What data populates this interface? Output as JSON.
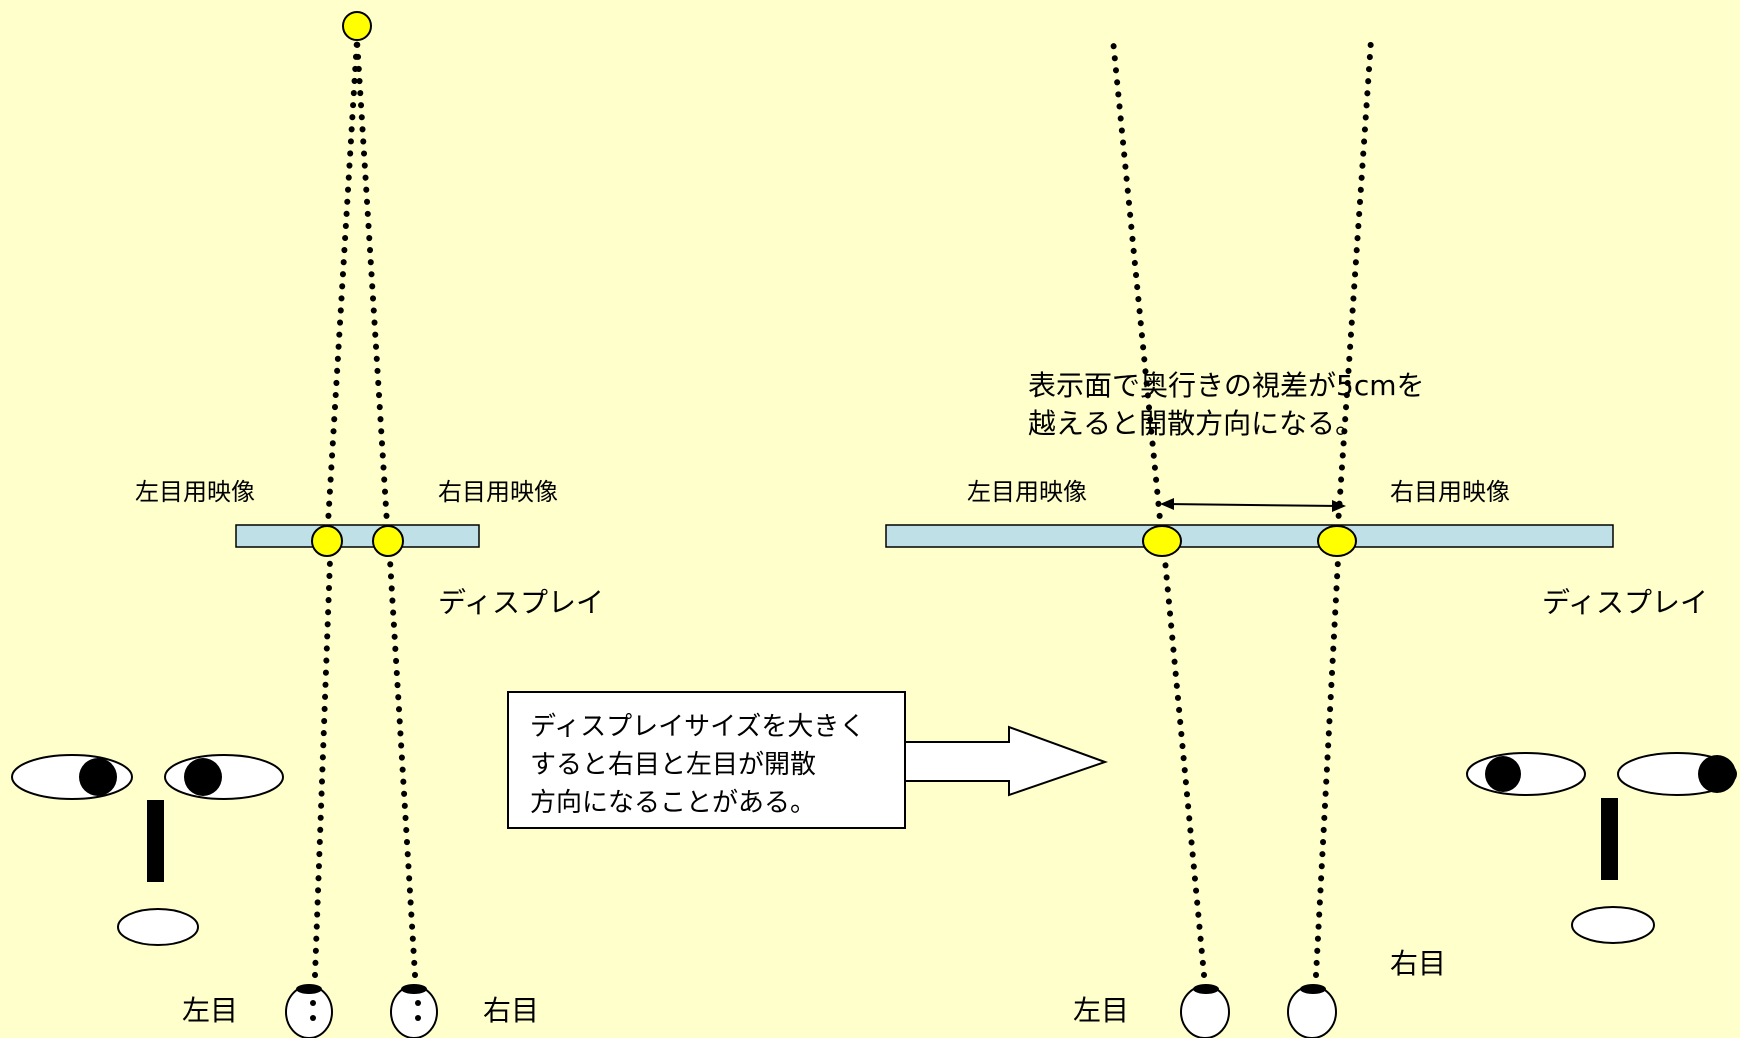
{
  "colors": {
    "background": "#FFFFCC",
    "display_fill": "#BFE0E6",
    "image_point_fill": "#FFFF00",
    "stroke": "#000000"
  },
  "left_scene": {
    "left_image_label": "左目用映像",
    "right_image_label": "右目用映像",
    "display_label": "ディスプレイ",
    "left_eye_label": "左目",
    "right_eye_label": "右目"
  },
  "right_scene": {
    "left_image_label": "左目用映像",
    "right_image_label": "右目用映像",
    "display_label": "ディスプレイ",
    "left_eye_label": "左目",
    "right_eye_label": "右目",
    "note_line1": "表示面で奥行きの視差が5cmを",
    "note_line2": "越えると開散方向になる。"
  },
  "callout": {
    "line1": "ディスプレイサイズを大きく",
    "line2": "すると右目と左目が開散",
    "line3": "方向になることがある。"
  }
}
